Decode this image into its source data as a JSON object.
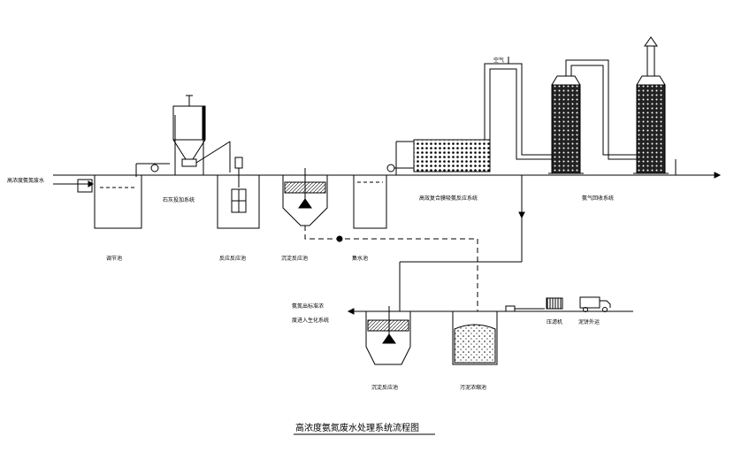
{
  "title": "高浓度氨氮废水处理系统流程图",
  "inlet_label": "高浓度氨氮废水",
  "outlet_label": "氨氮出标准浓\n度进入生化系统",
  "air_label": "空气",
  "units": {
    "regulating_tank": "调节池",
    "lime_dosing": "石灰投加系统",
    "reaction_tank": "反应反应池",
    "settling_tank": "沉淀反应池",
    "collection_tank": "集水池",
    "stripping_tower": "高效复合膜吸氨反应系统",
    "absorption": "氨气回收系统",
    "sludge_settling": "沉淀反应池",
    "sludge_thickening": "污泥浓缩池",
    "filter_press": "压滤机",
    "sludge_transport": "泥饼外运"
  }
}
